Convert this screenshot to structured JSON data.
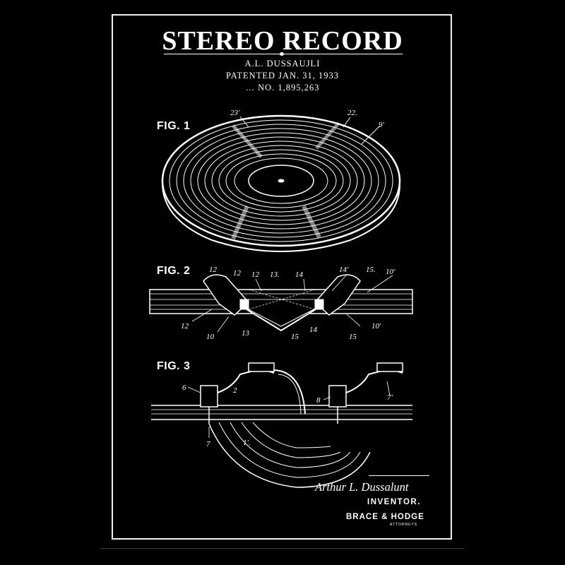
{
  "poster": {
    "title": "STEREO RECORD",
    "inventor_line": "A.L. DUSSAUJLI",
    "patent_date": "PATENTED JAN. 31, 1933",
    "patent_number": "NO. 1,895,263",
    "patent_number_prefix": "…"
  },
  "figures": {
    "fig1": {
      "label": "FIG. 1",
      "refs": [
        "23'",
        "22.",
        "9'"
      ]
    },
    "fig2": {
      "label": "FIG. 2",
      "refs_top": [
        "12",
        "12",
        "12",
        "13.",
        "14",
        "14'",
        "15.",
        "10'"
      ],
      "refs_bottom": [
        "12",
        "10",
        "13",
        "15",
        "14",
        "15",
        "10'"
      ]
    },
    "fig3": {
      "label": "FIG. 3",
      "refs": [
        "6",
        "2",
        "7",
        "1'.",
        "8",
        "7'"
      ]
    }
  },
  "footer": {
    "signature": "Arthur L. Dussalunt",
    "inventor_label": "INVENTOR.",
    "attorneys": "BRACE & HODGE",
    "attorneys_sub": "ATTORNEYS"
  },
  "colors": {
    "background": "#000000",
    "ink": "#ffffff"
  }
}
